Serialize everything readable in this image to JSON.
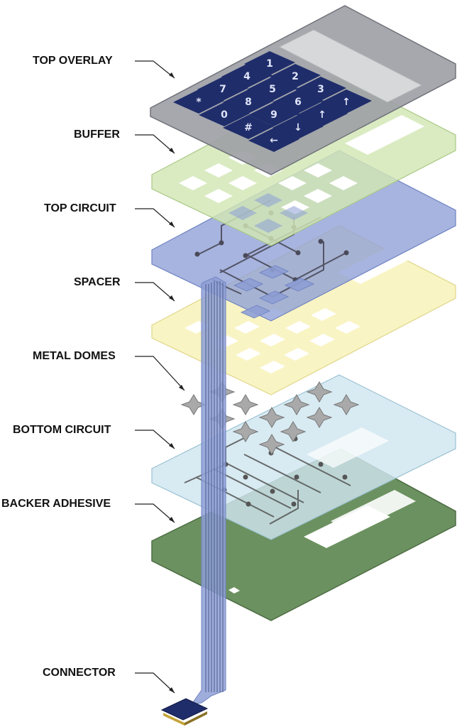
{
  "labels": {
    "top_overlay": "TOP OVERLAY",
    "buffer": "BUFFER",
    "top_circuit": "TOP CIRCUIT",
    "spacer": "SPACER",
    "metal_domes": "METAL DOMES",
    "bottom_circuit": "BOTTOM CIRCUIT",
    "backer_adhesive": "BACKER ADHESIVE",
    "connector": "CONNECTOR"
  },
  "keys": [
    "1",
    "2",
    "3",
    "4",
    "5",
    "6",
    "7",
    "8",
    "9",
    "*",
    "0",
    "#",
    "↑",
    "↑",
    "↓",
    "←"
  ],
  "colors": {
    "overlay": "#9ea1a6",
    "buffer": "#d2e6b4",
    "top_circuit": "#8e9fd6",
    "spacer": "#f8f2b8",
    "bottom_circuit": "#cfe5ef",
    "backer": "#6c9160",
    "tail": "#8e9fd6",
    "key": "#1f2d6b",
    "dome": "#a9a9a9"
  }
}
